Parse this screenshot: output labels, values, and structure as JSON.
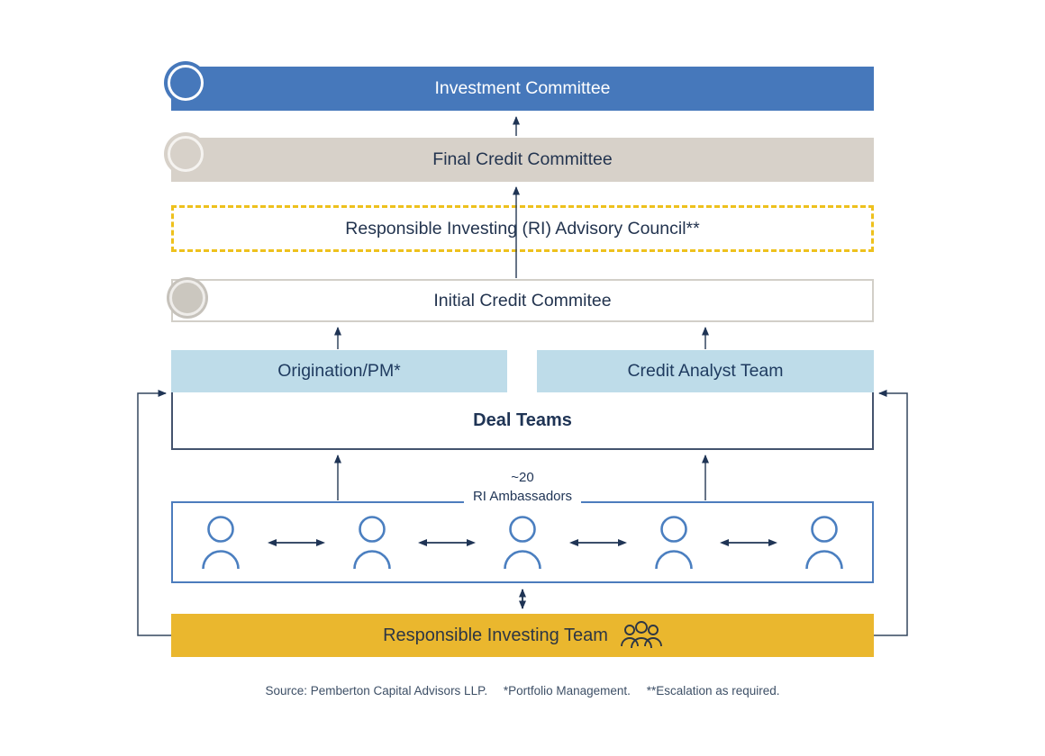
{
  "colors": {
    "committee_blue": "#4678bb",
    "committee_beige": "#d7d1c9",
    "council_dash_yellow": "#eec11d",
    "team_light_blue": "#bedce9",
    "ri_team_gold": "#eab72e",
    "line_navy": "#1f3455",
    "person_icon_blue": "#4b7fc0"
  },
  "diagram": {
    "investment_committee": "Investment Committee",
    "final_credit_committee": "Final Credit Committee",
    "ri_advisory_council": "Responsible Investing (RI) Advisory Council**",
    "initial_credit_committee": "Initial Credit Commitee",
    "origination_pm": "Origination/PM*",
    "credit_analyst_team": "Credit Analyst Team",
    "deal_teams": "Deal Teams",
    "ambassadors_count": "~20",
    "ambassadors_label": "RI Ambassadors",
    "ri_team": "Responsible Investing Team"
  },
  "footer": {
    "source": "Source: Pemberton Capital Advisors LLP.",
    "note_portfolio": "*Portfolio Management.",
    "note_escalation": "**Escalation as required."
  }
}
